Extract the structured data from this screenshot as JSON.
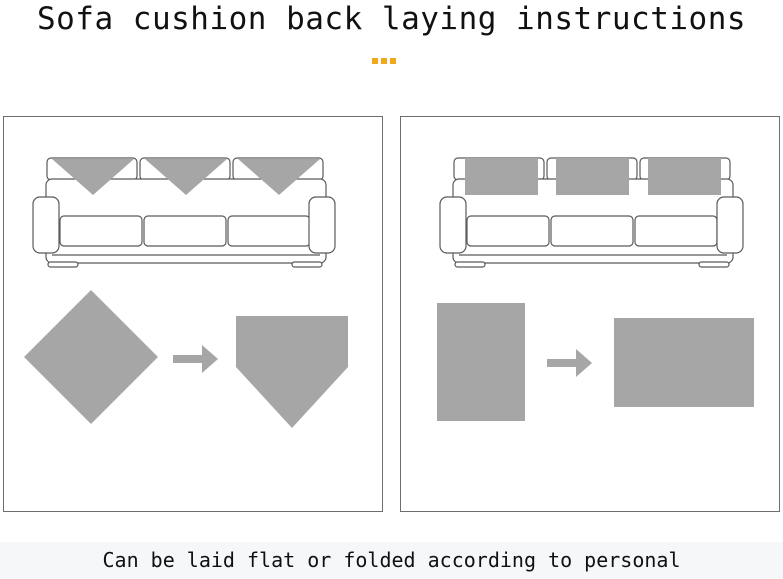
{
  "title": "Sofa cushion back laying instructions",
  "caption": "Can be laid flat or folded according to personal",
  "colors": {
    "cover": "#a6a6a6",
    "arrow": "#a6a6a6",
    "outline": "#5a5a5a",
    "accent_dots": "#f0a81c",
    "panel_border": "#6e6e6e"
  },
  "panels": [
    {
      "id": "left",
      "method": "folded triangle",
      "cover_shapes": [
        "triangle",
        "triangle",
        "triangle"
      ],
      "transform": {
        "from": "diamond",
        "to": "folded-pentagon"
      }
    },
    {
      "id": "right",
      "method": "laid flat",
      "cover_shapes": [
        "rectangle",
        "rectangle",
        "rectangle"
      ],
      "transform": {
        "from": "portrait-rectangle",
        "to": "landscape-rectangle"
      }
    }
  ]
}
